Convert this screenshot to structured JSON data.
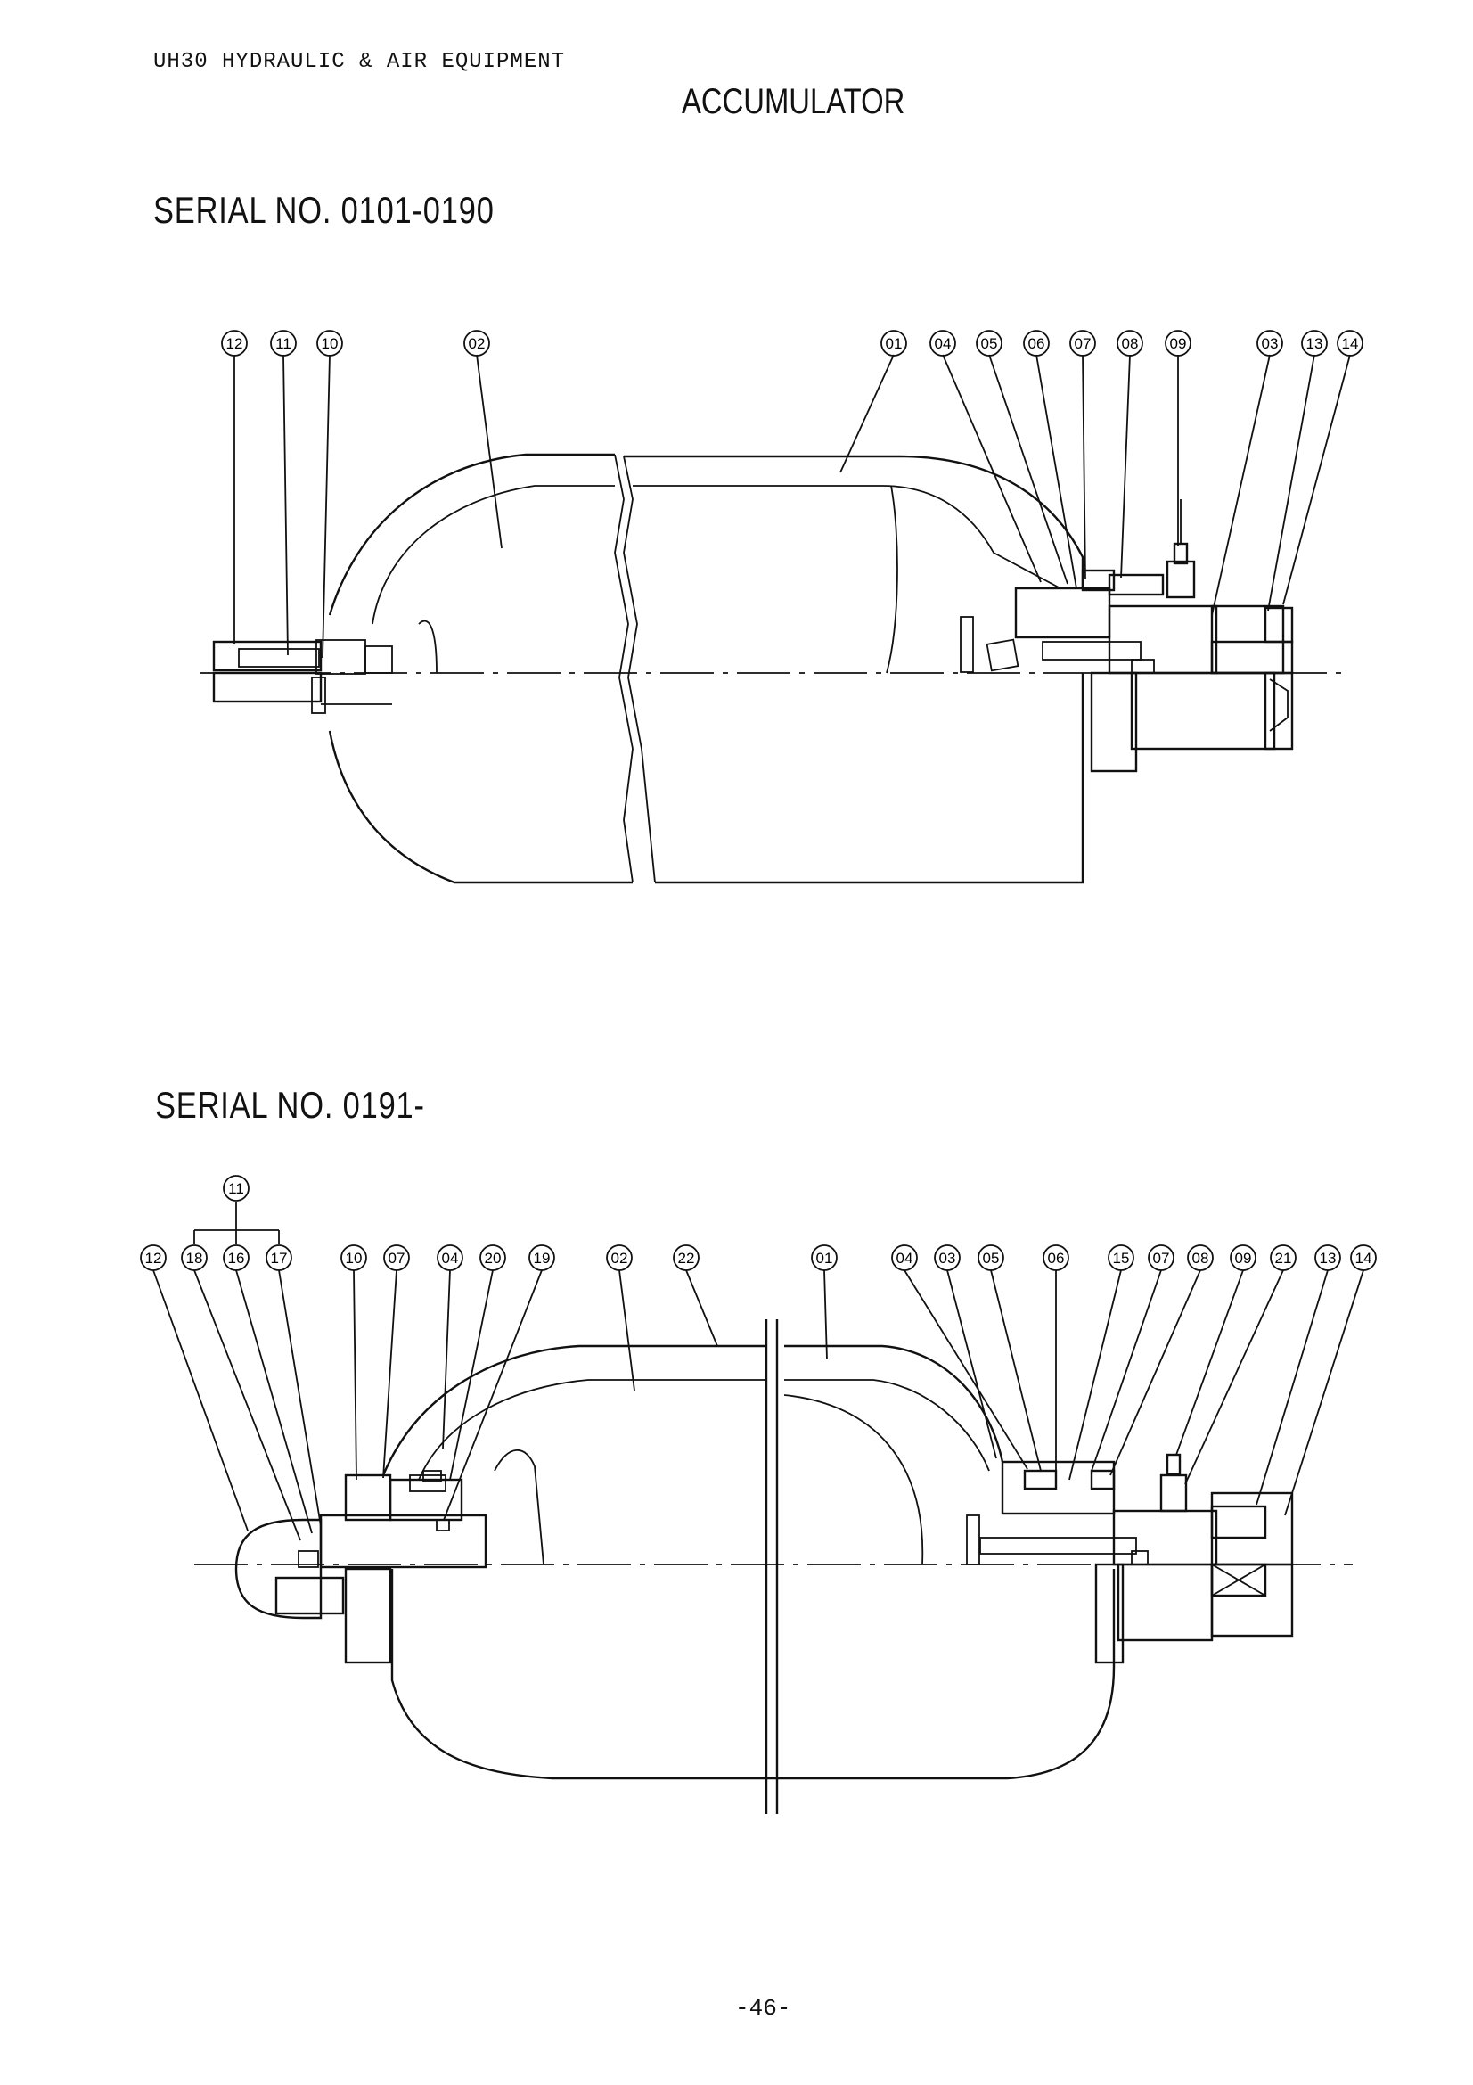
{
  "header": {
    "equipment": "UH30 HYDRAULIC & AIR EQUIPMENT",
    "title": "ACCUMULATOR"
  },
  "section_1": {
    "serial_label": "SERIAL NO. 0101-0190",
    "callouts": [
      "12",
      "11",
      "10",
      "02",
      "01",
      "04",
      "05",
      "06",
      "07",
      "08",
      "09",
      "03",
      "13",
      "14"
    ]
  },
  "section_2": {
    "serial_label": "SERIAL NO. 0191-",
    "group_callout": "11",
    "callouts": [
      "12",
      "18",
      "16",
      "17",
      "10",
      "07",
      "04",
      "20",
      "19",
      "02",
      "22",
      "01",
      "04",
      "03",
      "05",
      "06",
      "15",
      "07",
      "08",
      "09",
      "21",
      "13",
      "14"
    ]
  },
  "footer": {
    "page_number": "-46-"
  }
}
